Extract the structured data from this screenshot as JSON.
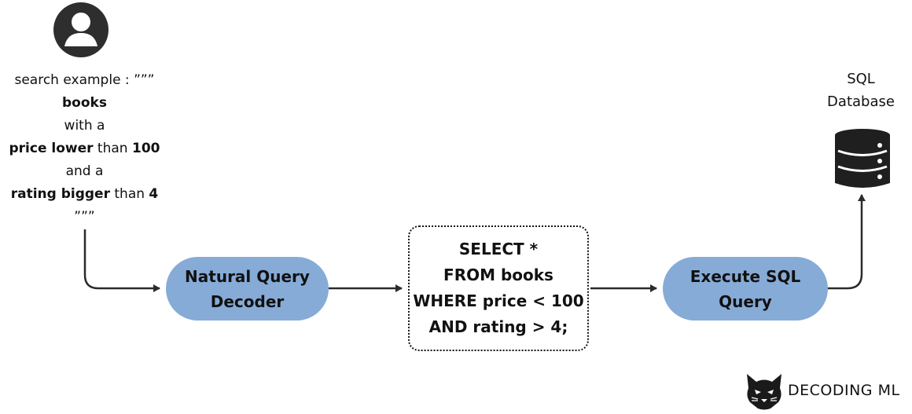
{
  "query_text": {
    "l1": "search example : ”””",
    "l2_bold": "books",
    "l3": "with a",
    "l4_bold_a": "price lower",
    "l4_mid": " than ",
    "l4_bold_b": "100",
    "l5": "and a",
    "l6_bold_a": "rating bigger",
    "l6_mid": " than ",
    "l6_bold_b": "4",
    "l7": "”””"
  },
  "decoder": {
    "line1": "Natural Query",
    "line2": "Decoder"
  },
  "sql": {
    "line1": "SELECT *",
    "line2": "FROM books",
    "line3": "WHERE price < 100",
    "line4": "AND rating > 4;"
  },
  "executor": {
    "line1": "Execute SQL",
    "line2": "Query"
  },
  "database": {
    "line1": "SQL",
    "line2": "Database"
  },
  "brand": {
    "name": "DECODING ML"
  },
  "colors": {
    "pill_fill": "#86abd7",
    "stroke": "#2b2b2b",
    "text": "#111111"
  }
}
